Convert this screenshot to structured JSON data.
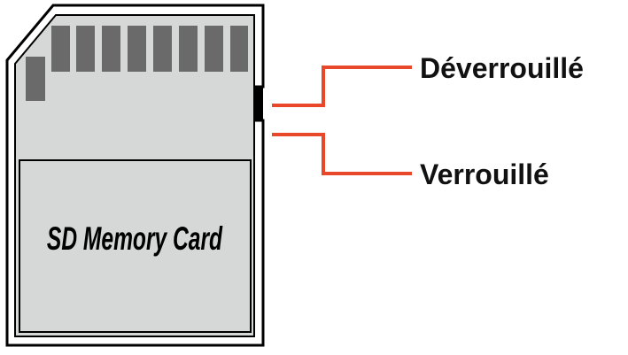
{
  "card": {
    "label": "SD Memory Card"
  },
  "switch_positions": {
    "unlocked": "Déverrouillé",
    "locked": "Verrouillé"
  },
  "colors": {
    "card_body": "#d6d8d8",
    "card_outline": "#000000",
    "contacts": "#6a6a6a",
    "callout_line": "#e8472a",
    "text": "#111111"
  }
}
